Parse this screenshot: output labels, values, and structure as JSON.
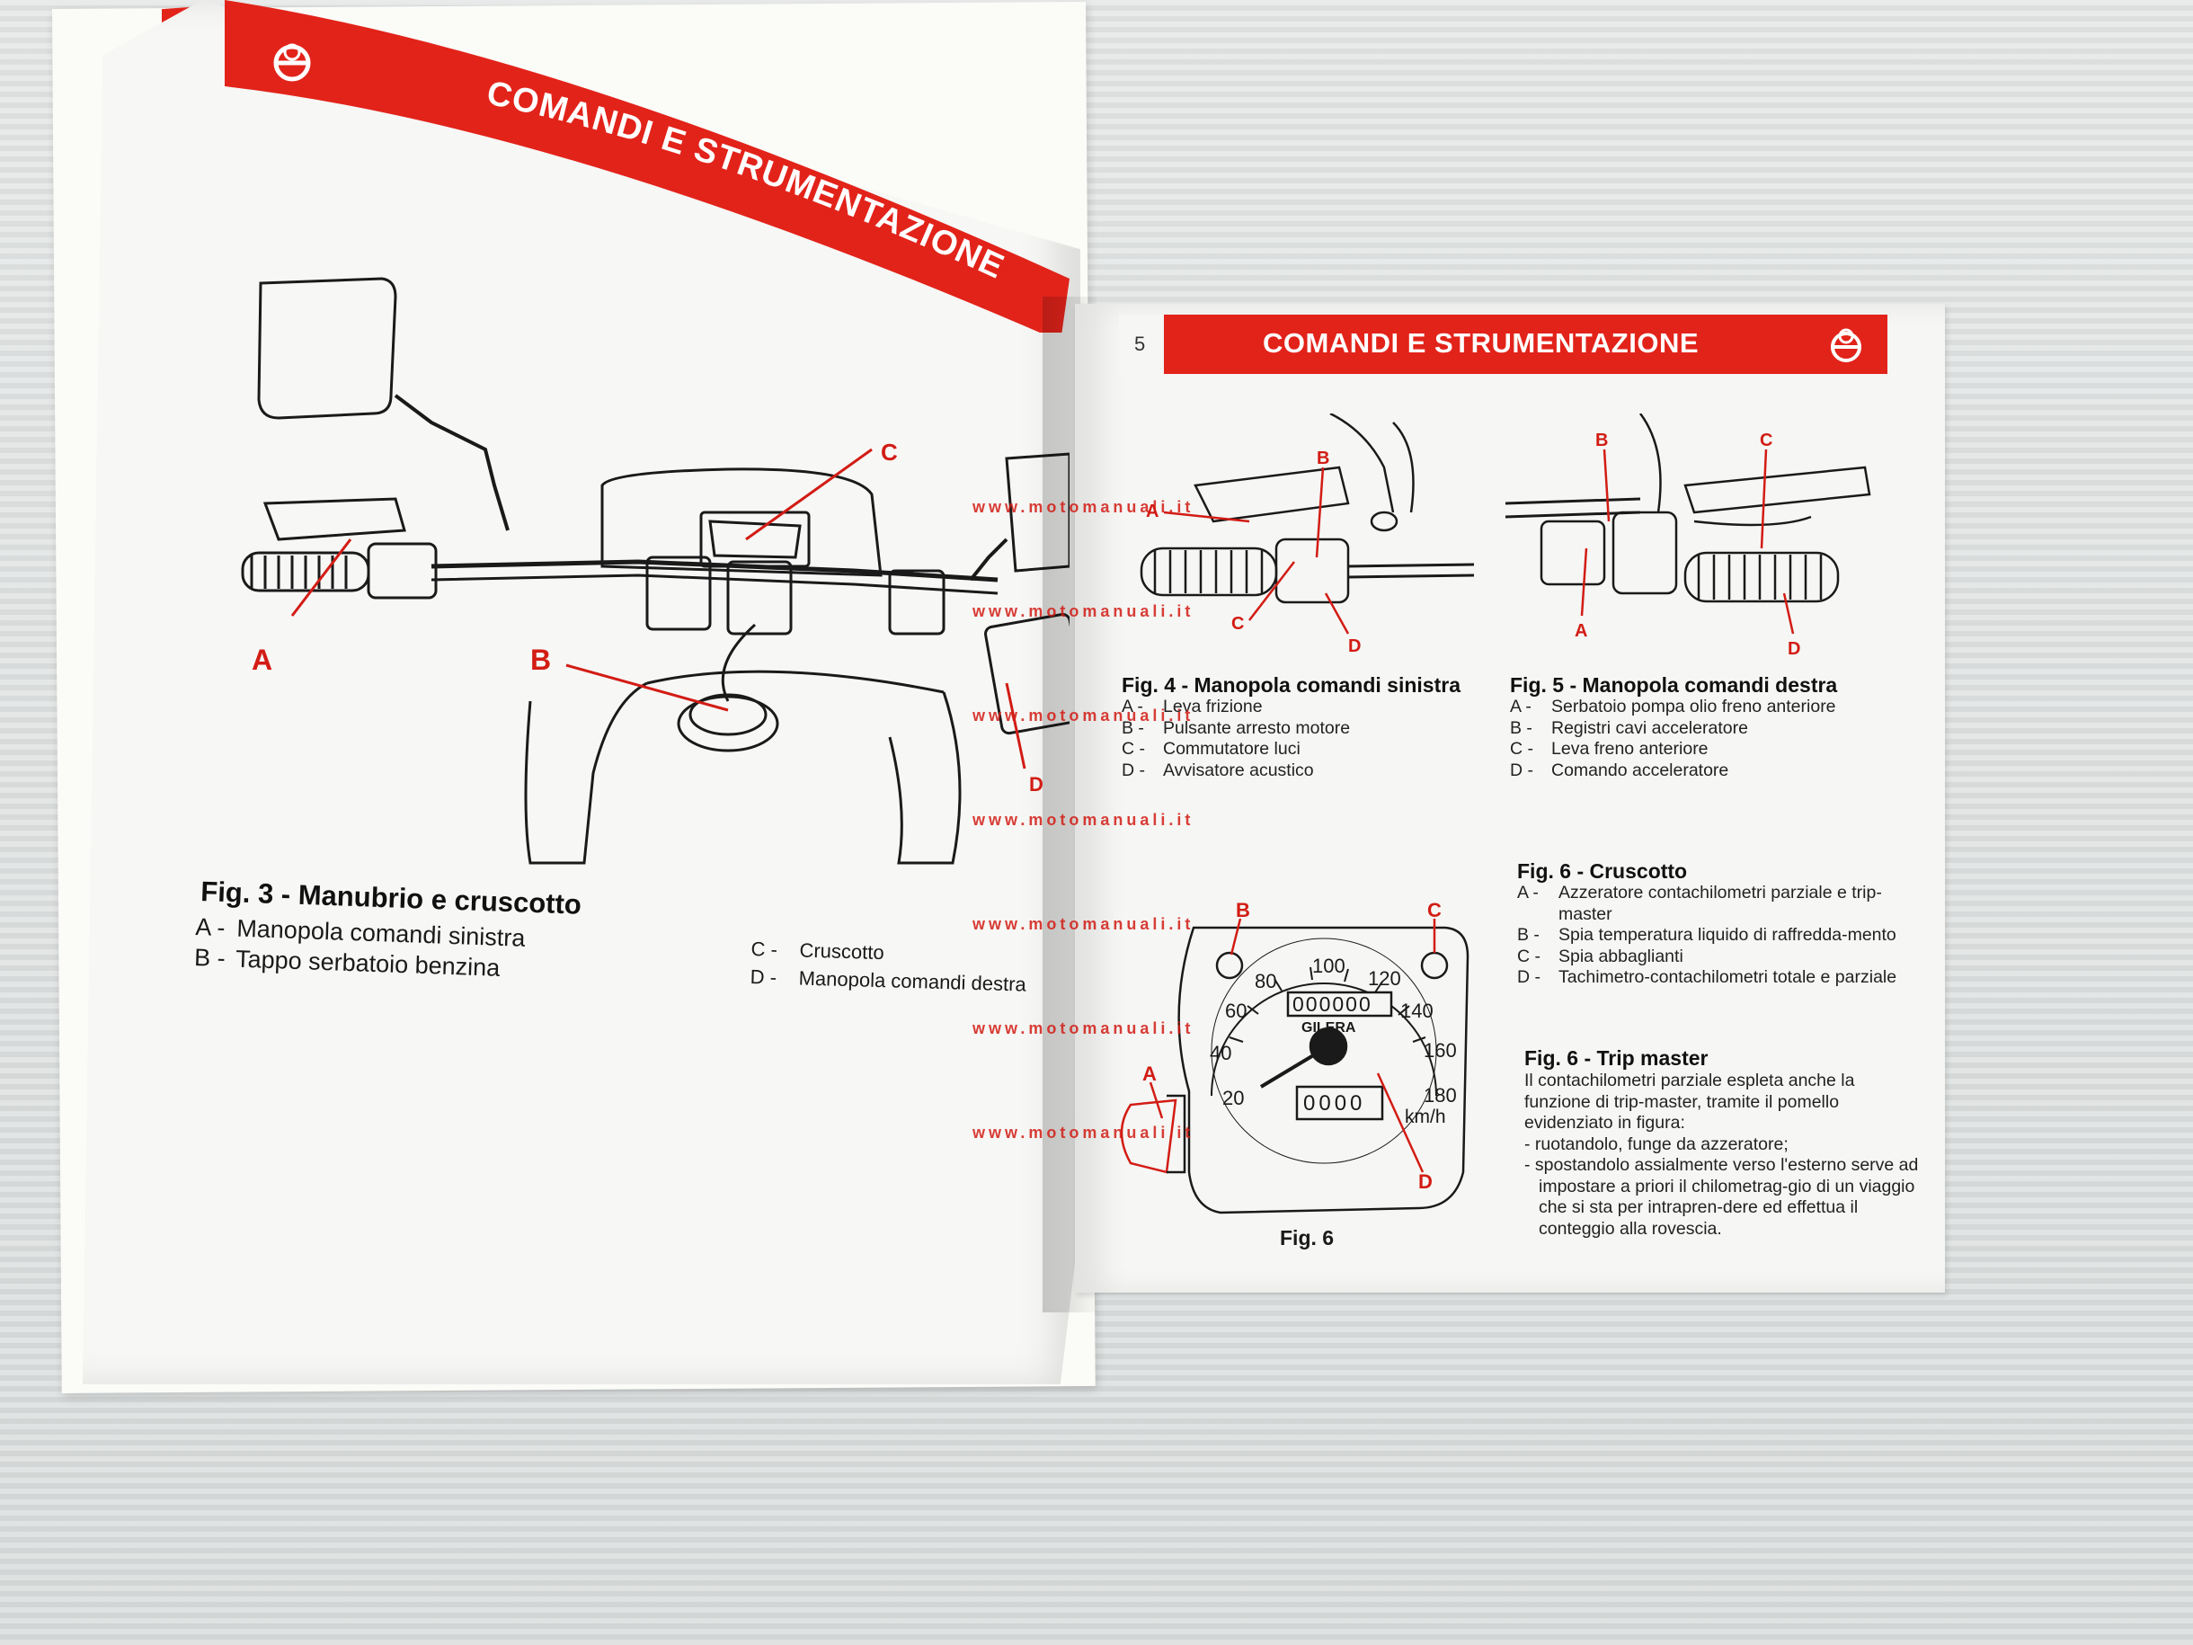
{
  "left_page": {
    "header_title": "COMANDI E STRUMENTAZIONE",
    "fig3": {
      "title": "Fig. 3 - Manubrio e cruscotto",
      "items": [
        {
          "key": "A -",
          "text": "Manopola comandi sinistra"
        },
        {
          "key": "B -",
          "text": "Tappo serbatoio benzina"
        }
      ],
      "items2": [
        {
          "key": "C -",
          "text": "Cruscotto"
        },
        {
          "key": "D -",
          "text": "Manopola comandi destra"
        }
      ],
      "callouts": [
        "A",
        "B",
        "C",
        "D"
      ]
    }
  },
  "right_page": {
    "page_number": "5",
    "header_title": "COMANDI E STRUMENTAZIONE",
    "fig4": {
      "title": "Fig. 4 - Manopola comandi sinistra",
      "items": [
        {
          "key": "A -",
          "text": "Leva frizione"
        },
        {
          "key": "B -",
          "text": "Pulsante arresto motore"
        },
        {
          "key": "C -",
          "text": "Commutatore luci"
        },
        {
          "key": "D -",
          "text": "Avvisatore acustico"
        }
      ],
      "callouts": [
        "A",
        "B",
        "C",
        "D"
      ]
    },
    "fig5": {
      "title": "Fig. 5 - Manopola comandi destra",
      "items": [
        {
          "key": "A -",
          "text": "Serbatoio pompa olio freno anteriore"
        },
        {
          "key": "B -",
          "text": "Registri cavi acceleratore"
        },
        {
          "key": "C -",
          "text": "Leva freno anteriore"
        },
        {
          "key": "D -",
          "text": "Comando acceleratore"
        }
      ],
      "callouts": [
        "B",
        "C",
        "A",
        "D"
      ]
    },
    "fig6_cruscotto": {
      "title": "Fig. 6 - Cruscotto",
      "items": [
        {
          "key": "A -",
          "text": "Azzeratore contachilometri parziale e trip-master"
        },
        {
          "key": "B -",
          "text": "Spia temperatura liquido di raffredda-mento"
        },
        {
          "key": "C -",
          "text": "Spia abbaglianti"
        },
        {
          "key": "D -",
          "text": "Tachimetro-contachilometri totale e parziale"
        }
      ]
    },
    "fig6_trip": {
      "title": "Fig. 6 - Trip master",
      "intro": "Il contachilometri parziale espleta anche la funzione di trip-master, tramite il pomello evidenziato in figura:",
      "bullets": [
        "- ruotandolo, funge da azzeratore;",
        "- spostandolo assialmente verso l'esterno serve ad impostare a priori il chilometrag-gio di un viaggio che si sta per intrapren-dere ed effettua il conteggio alla rovescia."
      ]
    },
    "fig6_label": "Fig. 6",
    "speedometer": {
      "scale": [
        "20",
        "40",
        "60",
        "80",
        "100",
        "120",
        "140",
        "160",
        "180"
      ],
      "unit": "km/h",
      "brand": "GILERA",
      "odometer": "000000",
      "trip": "0000",
      "callouts": [
        "B",
        "C",
        "A",
        "D"
      ]
    }
  },
  "watermark": "www.motomanuali.it",
  "colors": {
    "accent_red": "#e2231a",
    "paper": "#f6f6f4",
    "ink": "#1a1a1a"
  }
}
